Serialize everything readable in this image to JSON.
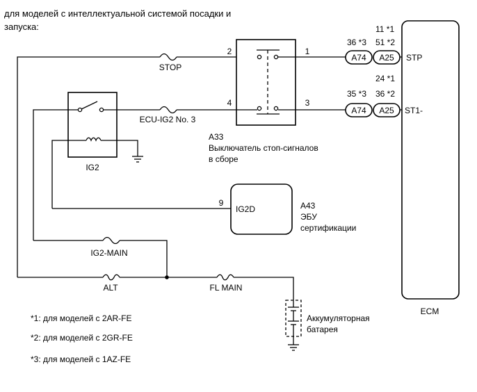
{
  "heading": {
    "line1": "для моделей с интеллектуальной системой посадки и",
    "line2": "запуска:"
  },
  "fuses": {
    "stop": "STOP",
    "ecu_ig2": "ECU-IG2 No. 3",
    "ig2_main": "IG2-MAIN",
    "alt": "ALT",
    "fl_main": "FL MAIN"
  },
  "switch_a33": {
    "id": "A33",
    "name_line1": "Выключатель стоп-сигналов",
    "name_line2": "в сборе",
    "pin_top_left": "2",
    "pin_top_right": "1",
    "pin_bottom_left": "4",
    "pin_bottom_right": "3"
  },
  "relay": {
    "name": "IG2"
  },
  "cert_ecu": {
    "pin": "9",
    "terminal": "IG2D",
    "id": "A43",
    "name_line1": "ЭБУ",
    "name_line2": "сертификации"
  },
  "ecm": {
    "name": "ECM",
    "stp_terminal": "STP",
    "st1_terminal": "ST1-",
    "stp_note_a": "11 *1",
    "stp_note_b": "51 *2",
    "stp_note_c": "36 *3",
    "st1_note_a": "24 *1",
    "st1_note_b": "36 *2",
    "st1_note_c": "35 *3",
    "conn_a74": "A74",
    "conn_a25": "A25"
  },
  "battery": {
    "line1": "Аккумуляторная",
    "line2": "батарея"
  },
  "footnotes": {
    "n1": "*1: для моделей с 2AR-FE",
    "n2": "*2: для моделей с 2GR-FE",
    "n3": "*3: для моделей с 1AZ-FE"
  }
}
